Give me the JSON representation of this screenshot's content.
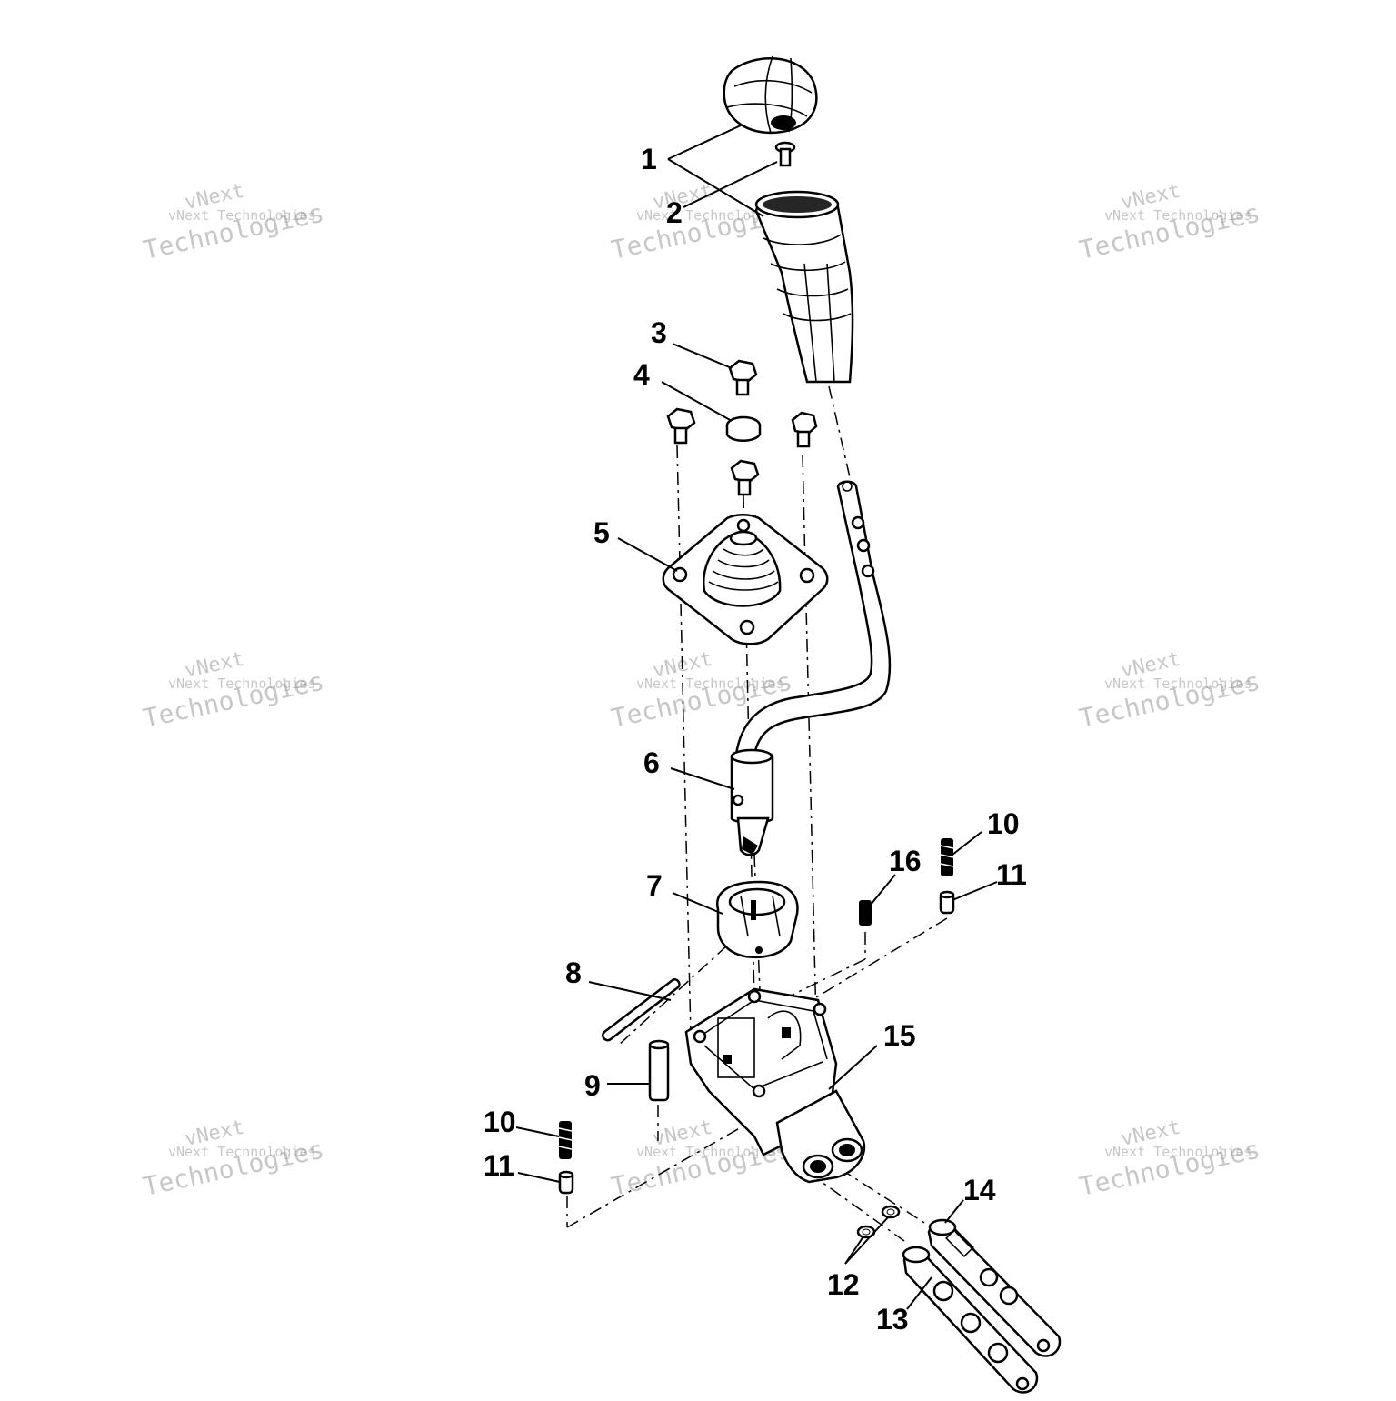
{
  "diagram": {
    "callouts": [
      {
        "id": "c1",
        "label": "1"
      },
      {
        "id": "c2",
        "label": "2"
      },
      {
        "id": "c3",
        "label": "3"
      },
      {
        "id": "c4",
        "label": "4"
      },
      {
        "id": "c5",
        "label": "5"
      },
      {
        "id": "c6",
        "label": "6"
      },
      {
        "id": "c7",
        "label": "7"
      },
      {
        "id": "c8",
        "label": "8"
      },
      {
        "id": "c9",
        "label": "9"
      },
      {
        "id": "c10a",
        "label": "10"
      },
      {
        "id": "c10b",
        "label": "10"
      },
      {
        "id": "c11a",
        "label": "11"
      },
      {
        "id": "c11b",
        "label": "11"
      },
      {
        "id": "c12",
        "label": "12"
      },
      {
        "id": "c13",
        "label": "13"
      },
      {
        "id": "c14",
        "label": "14"
      },
      {
        "id": "c15",
        "label": "15"
      },
      {
        "id": "c16",
        "label": "16"
      }
    ]
  },
  "watermark": {
    "line1": "vNext",
    "line2": "vNext Technologies",
    "line3": "Technologies"
  }
}
